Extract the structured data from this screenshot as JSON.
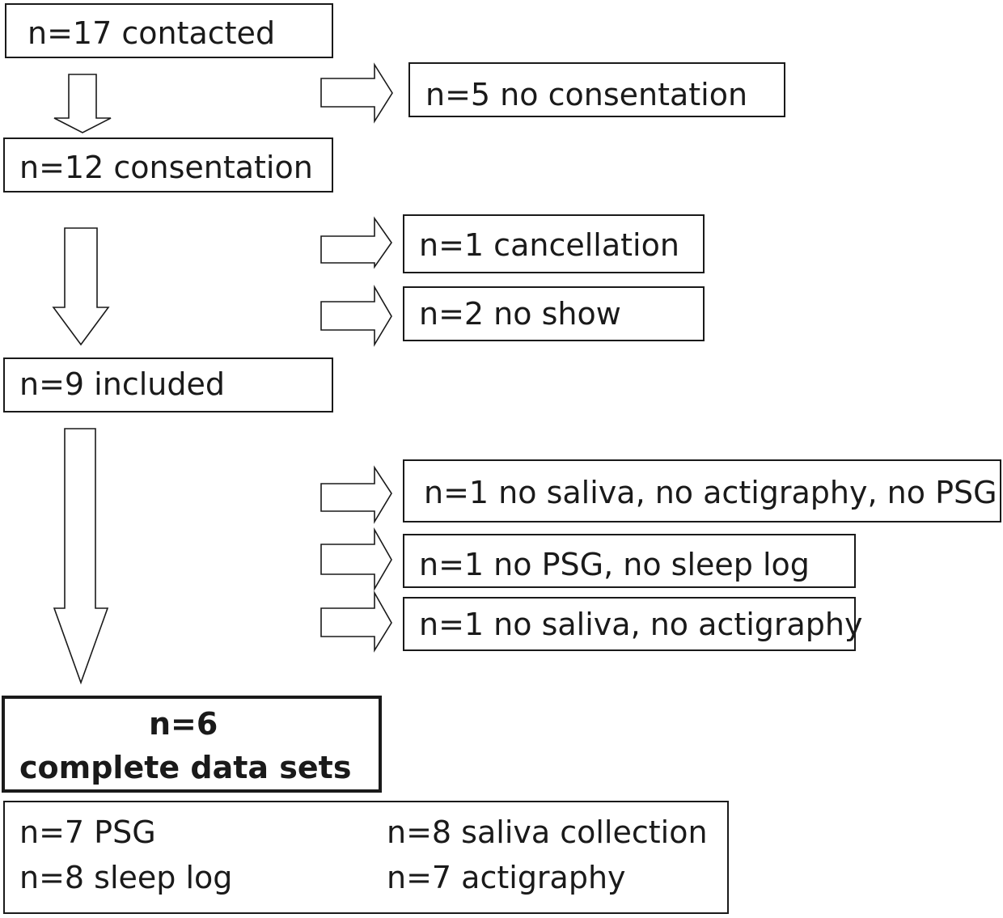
{
  "flow": {
    "contacted": "n=17 contacted",
    "consentation": "n=12 consentation",
    "included": "n=9 included",
    "final_n": "n=6",
    "final_label": "complete data sets"
  },
  "exclusions": {
    "no_consentation": "n=5 no consentation",
    "cancellation": "n=1 cancellation",
    "no_show": "n=2 no show",
    "no_saliva_actigraphy_psg": "n=1 no saliva, no actigraphy, no PSG",
    "no_psg_sleep_log": "n=1 no PSG, no sleep log",
    "no_saliva_actigraphy": "n=1 no saliva, no actigraphy"
  },
  "summary": {
    "psg": "n=7 PSG",
    "saliva": "n=8 saliva collection",
    "sleep_log": "n=8 sleep log",
    "actigraphy": "n=7 actigraphy"
  },
  "colors": {
    "stroke": "#1a1a1a",
    "fill": "#ffffff",
    "text": "#1a1a1a"
  }
}
